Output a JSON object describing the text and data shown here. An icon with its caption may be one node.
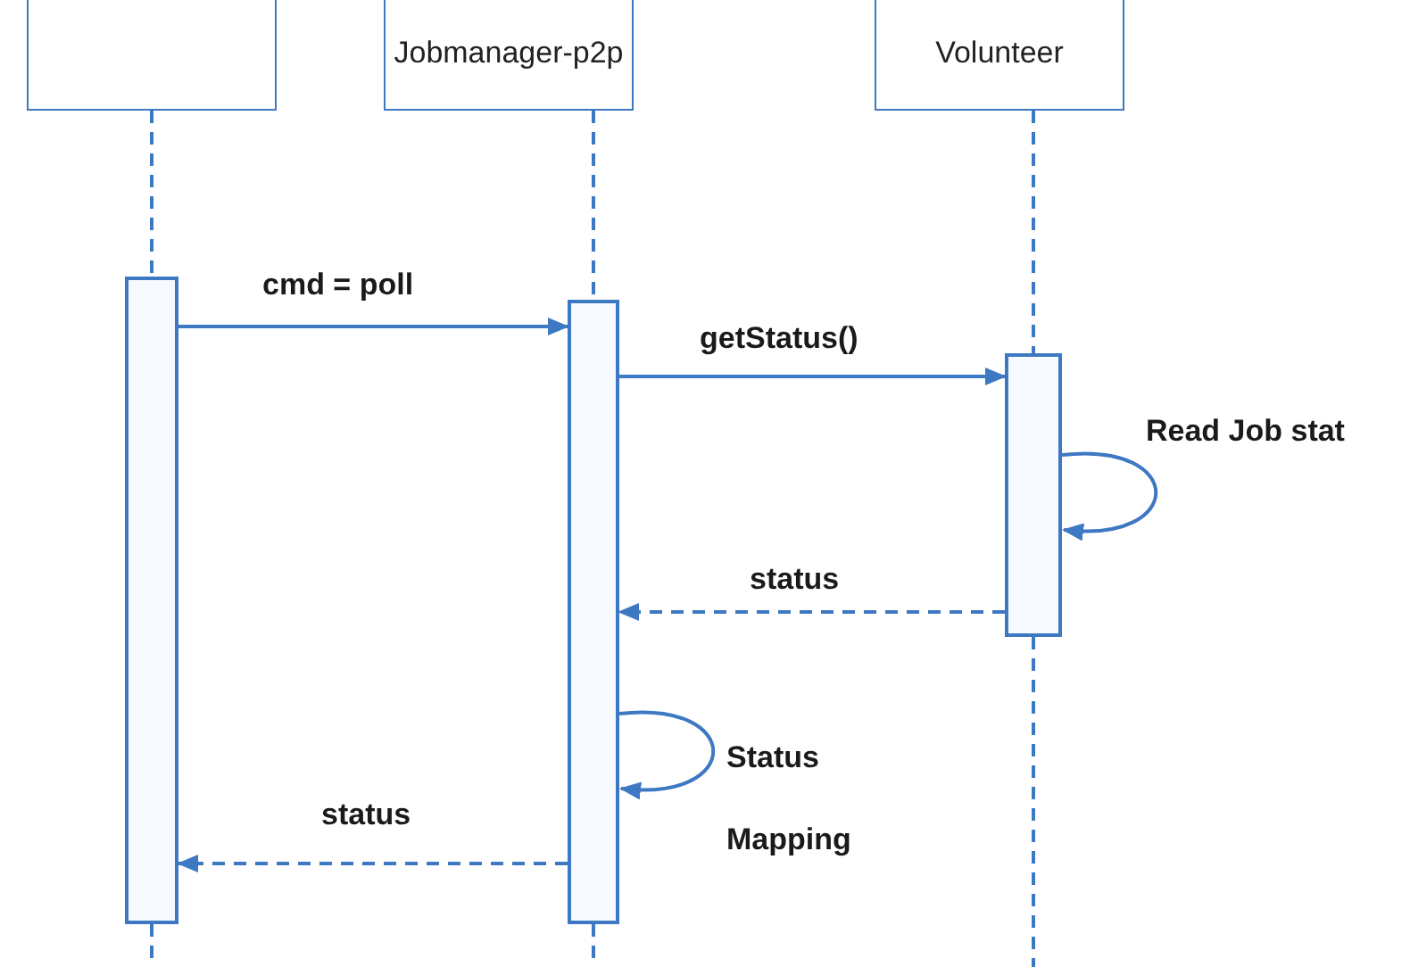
{
  "diagram": {
    "nodes": [
      {
        "text": [],
        "shape": "box"
      },
      {
        "text": [
          "Jobmanager-p2p"
        ]
      },
      {
        "text": [
          "Volunteer"
        ]
      },
      {
        "text": [],
        "shape": "bar"
      },
      {
        "text": [],
        "shape": "bar"
      },
      {
        "text": [],
        "shape": "bar"
      }
    ],
    "edges": [
      {
        "from": 0,
        "to": 3,
        "arrow": "none",
        "style": "dashed"
      },
      {
        "from": 1,
        "to": 4,
        "arrow": "none",
        "style": "dashed"
      },
      {
        "from": 2,
        "to": 5,
        "arrow": "none",
        "style": "dashed"
      },
      {
        "from": 3,
        "to": 4,
        "arrow": "to",
        "label": "cmd = poll"
      },
      {
        "from": 4,
        "to": 5,
        "arrow": "to",
        "label": "getStatus()"
      },
      {
        "from": 5,
        "to": 5,
        "arrow": "to",
        "label": "Read Job stat"
      },
      {
        "from": 5,
        "to": 4,
        "arrow": "to",
        "label": "status",
        "style": "dashed"
      },
      {
        "from": 4,
        "to": 4,
        "arrow": "to",
        "label": "Status Mapping"
      },
      {
        "from": 4,
        "to": 3,
        "arrow": "to",
        "label": "status",
        "style": "dashed"
      }
    ]
  }
}
